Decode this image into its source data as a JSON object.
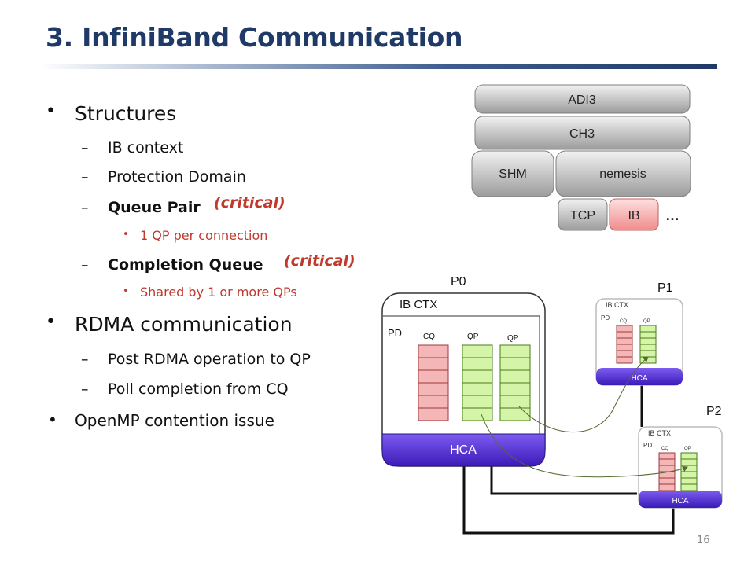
{
  "slide": {
    "title": "3. InfiniBand Communication",
    "page_number": "16"
  },
  "bullets": {
    "structures": "Structures",
    "ib_context": "IB context",
    "protection_domain": "Protection Domain",
    "queue_pair": "Queue Pair",
    "queue_pair_note": "(critical)",
    "qp_sub": "1 QP per connection",
    "completion_queue": "Completion Queue",
    "completion_queue_note": "(critical)",
    "cq_sub": "Shared by 1 or more QPs",
    "rdma": "RDMA communication",
    "post_rdma": "Post RDMA operation to QP",
    "poll": "Poll completion from CQ",
    "openmp": "OpenMP contention issue"
  },
  "stack": {
    "adi3": "ADI3",
    "ch3": "CH3",
    "shm": "SHM",
    "nemesis": "nemesis",
    "tcp": "TCP",
    "ib": "IB",
    "more": "…"
  },
  "diagram": {
    "p0": "P0",
    "p1": "P1",
    "p2": "P2",
    "ib_ctx": "IB CTX",
    "pd": "PD",
    "cq": "CQ",
    "qp": "QP",
    "hca": "HCA"
  },
  "colors": {
    "title": "#1f3a66",
    "critical": "#c0392b",
    "cq_fill": "#f4b6b6",
    "qp_fill": "#d4f5a8",
    "hca_fill": "#5b2fd8",
    "ib_fill": "#f7a9a9"
  }
}
